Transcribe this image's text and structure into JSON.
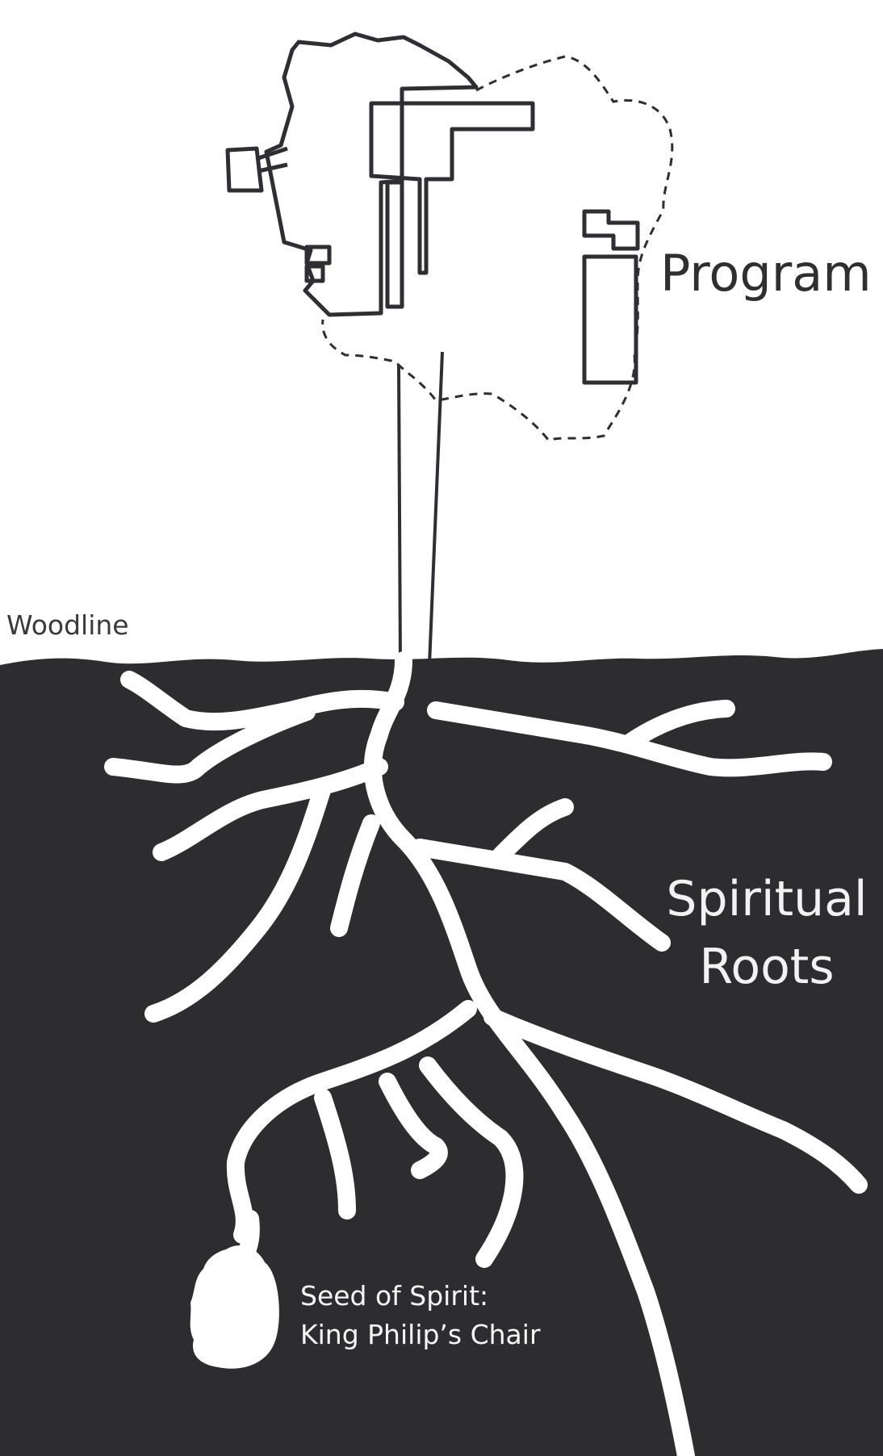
{
  "labels": {
    "program": "Program",
    "woodline": "Woodline",
    "spiritual_roots_line1": "Spiritual",
    "spiritual_roots_line2": "Roots",
    "seed_line1": "Seed of Spirit:",
    "seed_line2": "King Philip’s Chair"
  },
  "colors": {
    "ground": "#2d2d2f",
    "root": "#ffffff",
    "line": "#2e2e33",
    "label_dark": "#2f2f2f",
    "label_light": "#f2f2f2"
  }
}
